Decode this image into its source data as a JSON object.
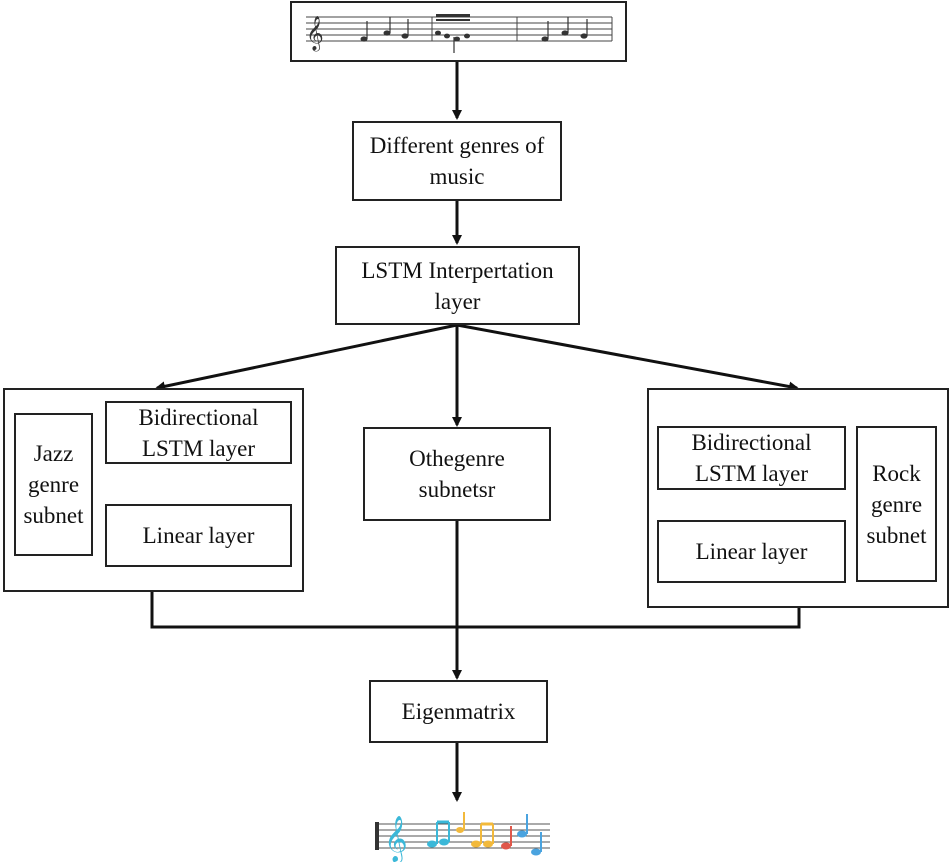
{
  "nodes": {
    "genres": "Different genres of\nmusic",
    "lstm_interp": "LSTM Interpertation\nlayer",
    "jazz_subnet": "Jazz\ngenre\nsubnet",
    "jazz_bilstm": "Bidirectional\nLSTM layer",
    "jazz_linear": "Linear layer",
    "other_subnets": "Othegenre\nsubnetsr",
    "rock_bilstm": "Bidirectional\nLSTM layer",
    "rock_linear": "Linear layer",
    "rock_subnet": "Rock\ngenre\nsubnet",
    "eigenmatrix": "Eigenmatrix"
  },
  "images": {
    "input": "sheet-music-input",
    "output": "colored-music-notes-output"
  },
  "colors": {
    "line": "#111111",
    "note_cyan": "#3bb8d8",
    "note_yellow": "#f2b93b",
    "note_red": "#e0574a",
    "note_blue": "#4aa3df"
  }
}
